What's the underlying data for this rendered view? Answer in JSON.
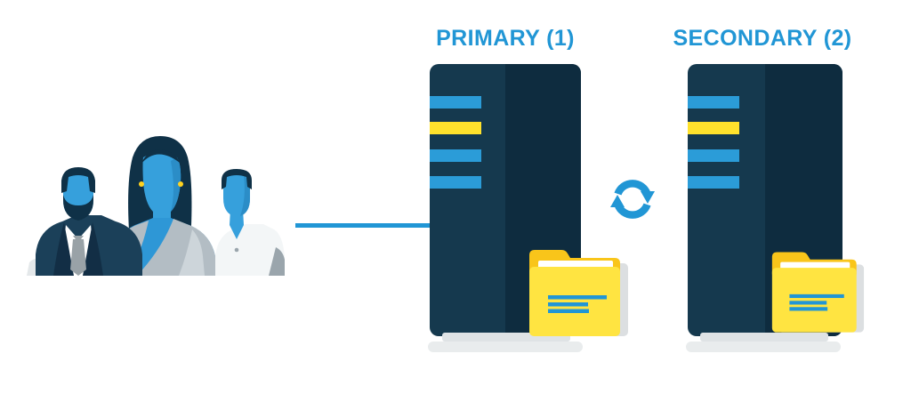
{
  "servers": [
    {
      "id": "primary",
      "label": "PRIMARY (1)",
      "bars": [
        "blue",
        "yellow",
        "blue",
        "blue"
      ],
      "folder_text_lines": 3
    },
    {
      "id": "secondary",
      "label": "SECONDARY (2)",
      "bars": [
        "blue",
        "yellow",
        "blue",
        "blue"
      ],
      "folder_text_lines": 3
    }
  ],
  "icons": {
    "sync_icon": "circular-sync-arrows",
    "folder_icon": "yellow-file-folder",
    "users_illustration": "three-business-people"
  },
  "colors": {
    "brand_blue": "#2196d5",
    "bar_blue": "#2b9cd8",
    "bar_yellow": "#ffe22c",
    "server_front": "#15394e",
    "server_side": "#0e2c3f",
    "folder_yellow": "#ffe441",
    "folder_gold": "#f9c51a",
    "shadow_gray": "#e9eced",
    "skin_blue": "#36a0dc",
    "hair_navy": "#0f3147"
  }
}
